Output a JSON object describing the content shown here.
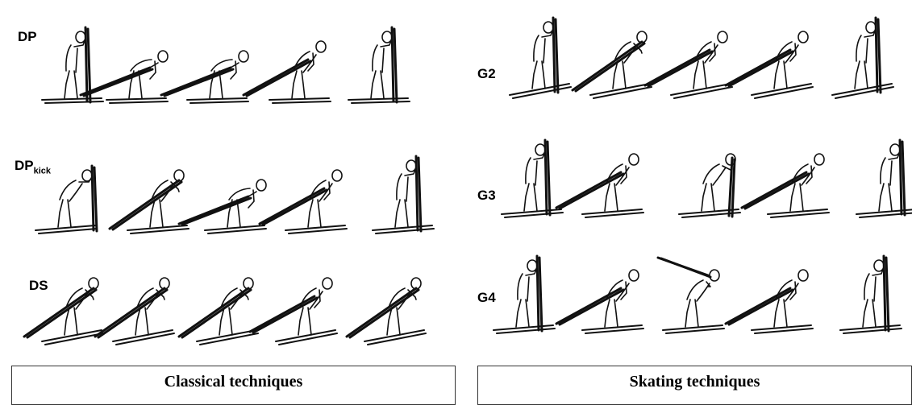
{
  "rows": {
    "dp": {
      "label": "DP"
    },
    "dpkick": {
      "label": "DP",
      "sub": "kick"
    },
    "ds": {
      "label": "DS"
    },
    "g2": {
      "label": "G2"
    },
    "g3": {
      "label": "G3"
    },
    "g4": {
      "label": "G4"
    }
  },
  "captions": {
    "classical": "Classical techniques",
    "skating": "Skating techniques"
  }
}
